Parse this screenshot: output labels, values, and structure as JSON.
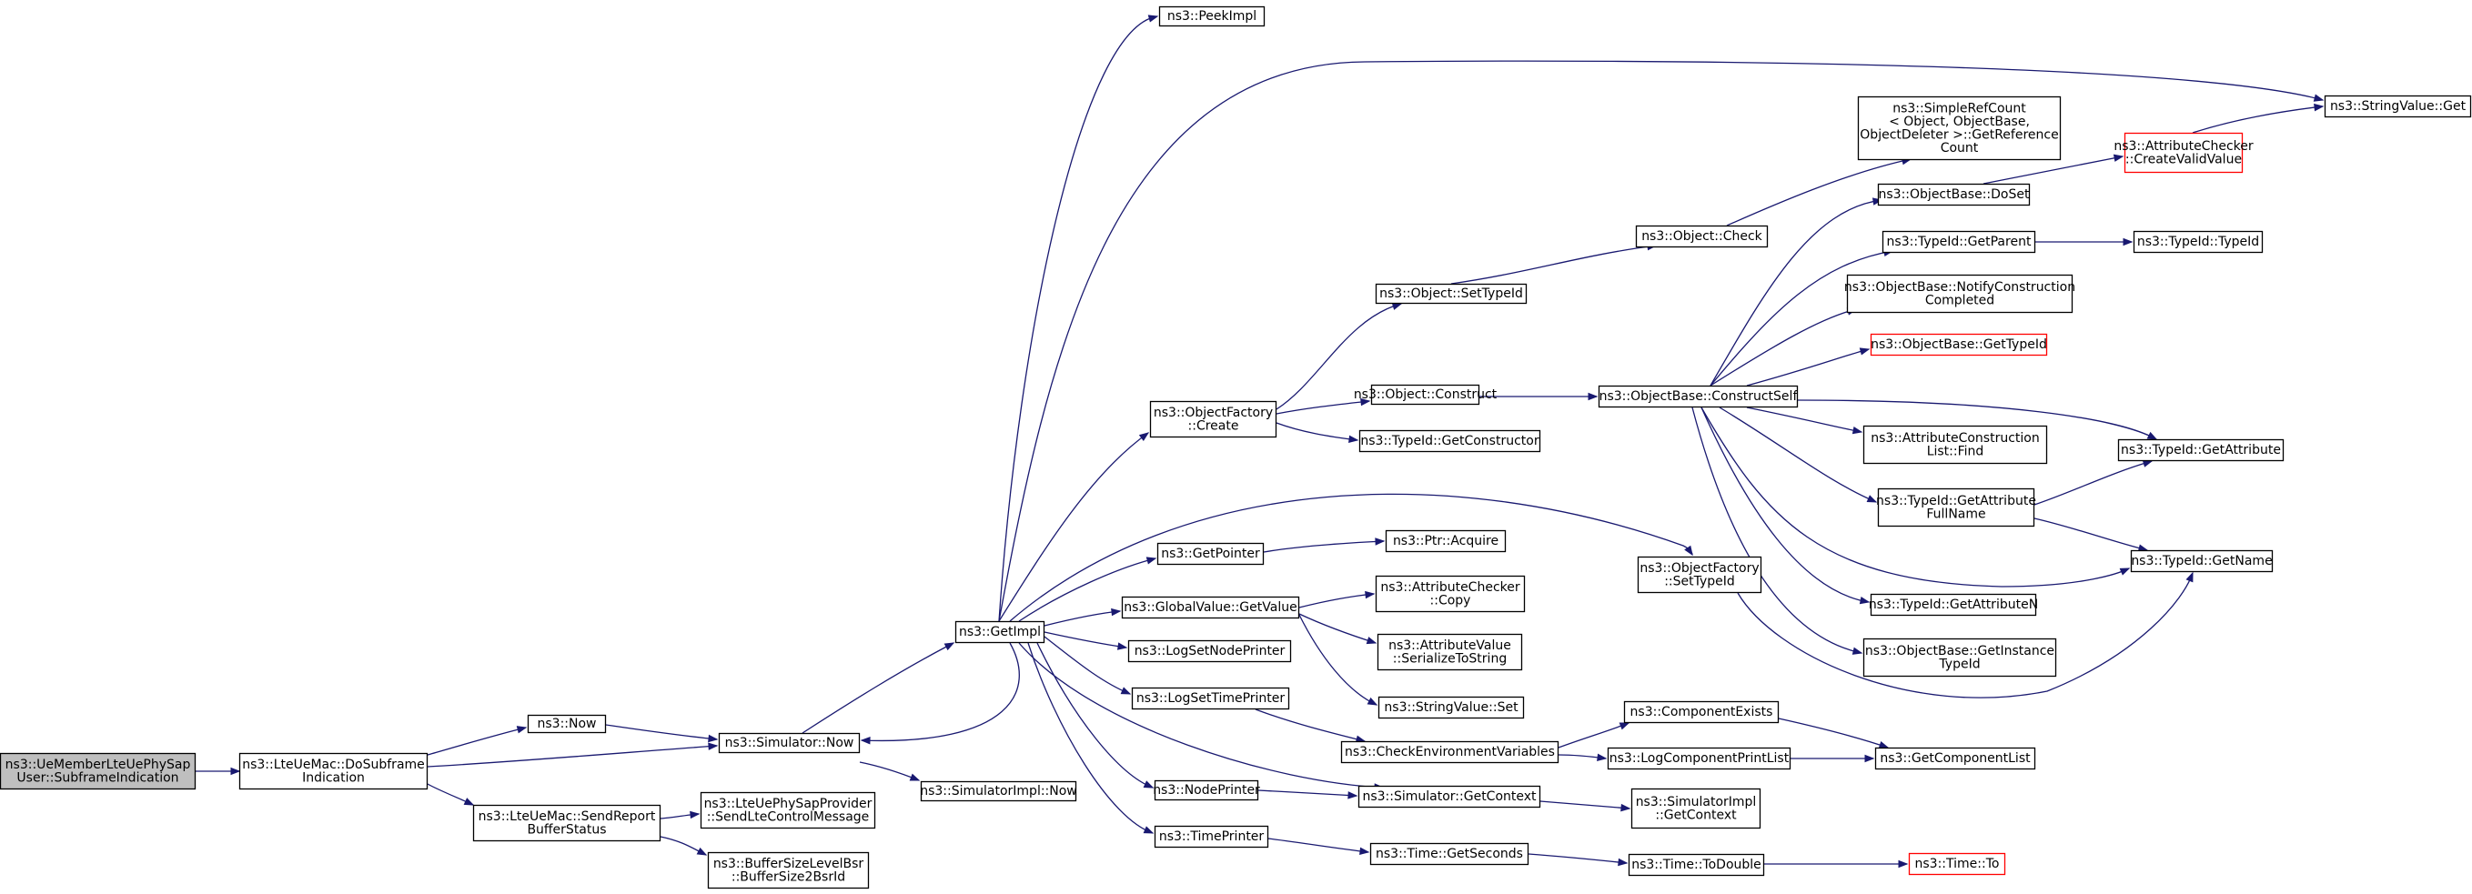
{
  "colors": {
    "edge": "#191970",
    "node_border": "#000000",
    "node_border_red": "#ff0000",
    "root_fill": "#bfbfbf",
    "background": "#ffffff"
  },
  "nodes": {
    "root": [
      "ns3::UeMemberLteUePhySap",
      "User::SubframeIndication"
    ],
    "doSubframe": [
      "ns3::LteUeMac::DoSubframe",
      "Indication"
    ],
    "now": [
      "ns3::Now"
    ],
    "simNow": [
      "ns3::Simulator::Now"
    ],
    "simImplNow": [
      "ns3::SimulatorImpl::Now"
    ],
    "sendReport": [
      "ns3::LteUeMac::SendReport",
      "BufferStatus"
    ],
    "sendLte": [
      "ns3::LteUePhySapProvider",
      "::SendLteControlMessage"
    ],
    "bsr": [
      "ns3::BufferSizeLevelBsr",
      "::BufferSize2BsrId"
    ],
    "getImpl": [
      "ns3::GetImpl"
    ],
    "peekImpl": [
      "ns3::PeekImpl"
    ],
    "stringGet": [
      "ns3::StringValue::Get"
    ],
    "objFactoryCreate": [
      "ns3::ObjectFactory",
      "::Create"
    ],
    "objSetTypeId": [
      "ns3::Object::SetTypeId"
    ],
    "objConstruct": [
      "ns3::Object::Construct"
    ],
    "tidGetCtor": [
      "ns3::TypeId::GetConstructor"
    ],
    "objCheck": [
      "ns3::Object::Check"
    ],
    "simpleRef": [
      "ns3::SimpleRefCount",
      "< Object, ObjectBase,",
      "ObjectDeleter >::GetReference",
      "Count"
    ],
    "constructSelf": [
      "ns3::ObjectBase::ConstructSelf"
    ],
    "doSet": [
      "ns3::ObjectBase::DoSet"
    ],
    "createValid": [
      "ns3::AttributeChecker",
      "::CreateValidValue"
    ],
    "getParent": [
      "ns3::TypeId::GetParent"
    ],
    "tidTypeId": [
      "ns3::TypeId::TypeId"
    ],
    "notifyConstr": [
      "ns3::ObjectBase::NotifyConstruction",
      "Completed"
    ],
    "obGetTypeId": [
      "ns3::ObjectBase::GetTypeId"
    ],
    "attrConstrFind": [
      "ns3::AttributeConstruction",
      "List::Find"
    ],
    "getAttribute": [
      "ns3::TypeId::GetAttribute"
    ],
    "getAttrFull": [
      "ns3::TypeId::GetAttribute",
      "FullName"
    ],
    "getName": [
      "ns3::TypeId::GetName"
    ],
    "getAttrN": [
      "ns3::TypeId::GetAttributeN"
    ],
    "getInstTid": [
      "ns3::ObjectBase::GetInstance",
      "TypeId"
    ],
    "getPointer": [
      "ns3::GetPointer"
    ],
    "ptrAcquire": [
      "ns3::Ptr::Acquire"
    ],
    "ofSetTypeId": [
      "ns3::ObjectFactory",
      "::SetTypeId"
    ],
    "gvGetValue": [
      "ns3::GlobalValue::GetValue"
    ],
    "acCopy": [
      "ns3::AttributeChecker",
      "::Copy"
    ],
    "avSerialize": [
      "ns3::AttributeValue",
      "::SerializeToString"
    ],
    "logNodePrinter": [
      "ns3::LogSetNodePrinter"
    ],
    "logTimePrinter": [
      "ns3::LogSetTimePrinter"
    ],
    "svSet": [
      "ns3::StringValue::Set"
    ],
    "checkEnv": [
      "ns3::CheckEnvironmentVariables"
    ],
    "compExists": [
      "ns3::ComponentExists"
    ],
    "logCompPrint": [
      "ns3::LogComponentPrintList"
    ],
    "getCompList": [
      "ns3::GetComponentList"
    ],
    "nodePrinter": [
      "ns3::NodePrinter"
    ],
    "simGetContext": [
      "ns3::Simulator::GetContext"
    ],
    "simImplGetCtx": [
      "ns3::SimulatorImpl",
      "::GetContext"
    ],
    "timePrinter": [
      "ns3::TimePrinter"
    ],
    "timeGetSeconds": [
      "ns3::Time::GetSeconds"
    ],
    "timeToDouble": [
      "ns3::Time::ToDouble"
    ],
    "timeTo": [
      "ns3::Time::To"
    ]
  }
}
